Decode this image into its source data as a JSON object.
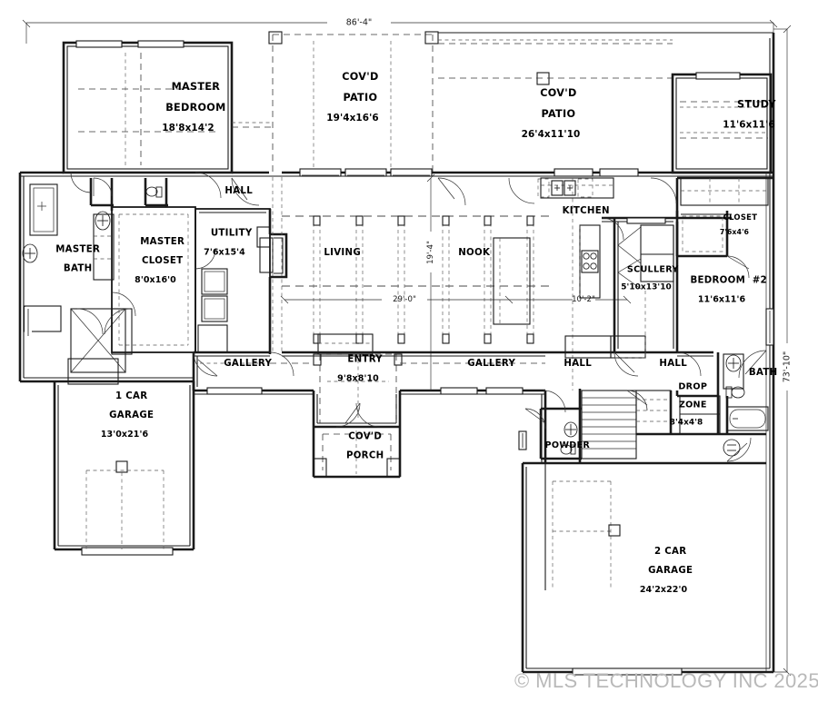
{
  "document": {
    "type": "architectural-floor-plan",
    "watermark": "© MLS TECHNOLOGY INC 2025"
  },
  "overall_dimensions": {
    "width_label": "86'-4\"",
    "height_label": "73'-10\""
  },
  "interior_dimensions": [
    {
      "id": "living-width",
      "label": "29'-0\""
    },
    {
      "id": "nook-kitchen-width",
      "label": "10'-2\""
    },
    {
      "id": "living-depth",
      "label": "19'-4\""
    }
  ],
  "rooms": [
    {
      "id": "master-bedroom",
      "name": "MASTER\nBEDROOM",
      "size": "18'8x14'2"
    },
    {
      "id": "covd-patio-left",
      "name": "COV'D\nPATIO",
      "size": "19'4x16'6"
    },
    {
      "id": "covd-patio-right",
      "name": "COV'D\nPATIO",
      "size": "26'4x11'10"
    },
    {
      "id": "study",
      "name": "STUDY",
      "size": "11'6x11'6"
    },
    {
      "id": "hall-master",
      "name": "HALL",
      "size": ""
    },
    {
      "id": "kitchen",
      "name": "KITCHEN",
      "size": ""
    },
    {
      "id": "closet-bedroom2",
      "name": "CLOSET",
      "size": "7'6x4'6"
    },
    {
      "id": "master-bath",
      "name": "MASTER\nBATH",
      "size": ""
    },
    {
      "id": "master-closet",
      "name": "MASTER\nCLOSET",
      "size": "8'0x16'0"
    },
    {
      "id": "utility",
      "name": "UTILITY",
      "size": "7'6x15'4"
    },
    {
      "id": "living",
      "name": "LIVING",
      "size": ""
    },
    {
      "id": "nook",
      "name": "NOOK",
      "size": ""
    },
    {
      "id": "scullery",
      "name": "SCULLERY",
      "size": "5'10x13'10"
    },
    {
      "id": "bedroom-2",
      "name": "BEDROOM  #2",
      "size": "11'6x11'6"
    },
    {
      "id": "gallery-left",
      "name": "GALLERY",
      "size": ""
    },
    {
      "id": "entry",
      "name": "ENTRY",
      "size": "9'8x8'10"
    },
    {
      "id": "gallery-center",
      "name": "GALLERY",
      "size": ""
    },
    {
      "id": "hall-center",
      "name": "HALL",
      "size": ""
    },
    {
      "id": "hall-right",
      "name": "HALL",
      "size": ""
    },
    {
      "id": "bath",
      "name": "BATH",
      "size": ""
    },
    {
      "id": "garage-1car",
      "name": "1 CAR\nGARAGE",
      "size": "13'0x21'6"
    },
    {
      "id": "covd-porch",
      "name": "COV'D\nPORCH",
      "size": ""
    },
    {
      "id": "powder",
      "name": "POWDER",
      "size": ""
    },
    {
      "id": "drop-zone",
      "name": "DROP\nZONE",
      "size": "8'4x4'8"
    },
    {
      "id": "garage-2car",
      "name": "2 CAR\nGARAGE",
      "size": "24'2x22'0"
    }
  ],
  "labels": {
    "master_bedroom_name": "MASTER",
    "master_bedroom_name2": "BEDROOM",
    "master_bedroom_size": "18'8x14'2",
    "patio_left_l1": "COV'D",
    "patio_left_l2": "PATIO",
    "patio_left_size": "19'4x16'6",
    "patio_right_l1": "COV'D",
    "patio_right_l2": "PATIO",
    "patio_right_size": "26'4x11'10",
    "study_name": "STUDY",
    "study_size": "11'6x11'6",
    "hall_master": "HALL",
    "kitchen": "KITCHEN",
    "closet_name": "CLOSET",
    "closet_size": "7'6x4'6",
    "master_bath_l1": "MASTER",
    "master_bath_l2": "BATH",
    "master_closet_l1": "MASTER",
    "master_closet_l2": "CLOSET",
    "master_closet_size": "8'0x16'0",
    "utility_name": "UTILITY",
    "utility_size": "7'6x15'4",
    "living": "LIVING",
    "nook": "NOOK",
    "scullery_name": "SCULLERY",
    "scullery_size": "5'10x13'10",
    "bedroom2_name": "BEDROOM  #2",
    "bedroom2_size": "11'6x11'6",
    "gallery_left": "GALLERY",
    "entry_name": "ENTRY",
    "entry_size": "9'8x8'10",
    "gallery_center": "GALLERY",
    "hall_center": "HALL",
    "hall_right": "HALL",
    "bath": "BATH",
    "garage1_l1": "1 CAR",
    "garage1_l2": "GARAGE",
    "garage1_size": "13'0x21'6",
    "porch_l1": "COV'D",
    "porch_l2": "PORCH",
    "powder": "POWDER",
    "dropzone_l1": "DROP",
    "dropzone_l2": "ZONE",
    "dropzone_size": "8'4x4'8",
    "garage2_l1": "2 CAR",
    "garage2_l2": "GARAGE",
    "garage2_size": "24'2x22'0",
    "dim_overall_w": "86'-4\"",
    "dim_overall_h": "73'-10\"",
    "dim_living_w": "29'-0\"",
    "dim_nook_w": "10'-2\"",
    "dim_living_d": "19'-4\""
  },
  "colors": {
    "wall": "#1a1a1a",
    "background": "#ffffff",
    "watermark": "#b9b9b9",
    "dimension": "#2b2b2b"
  }
}
